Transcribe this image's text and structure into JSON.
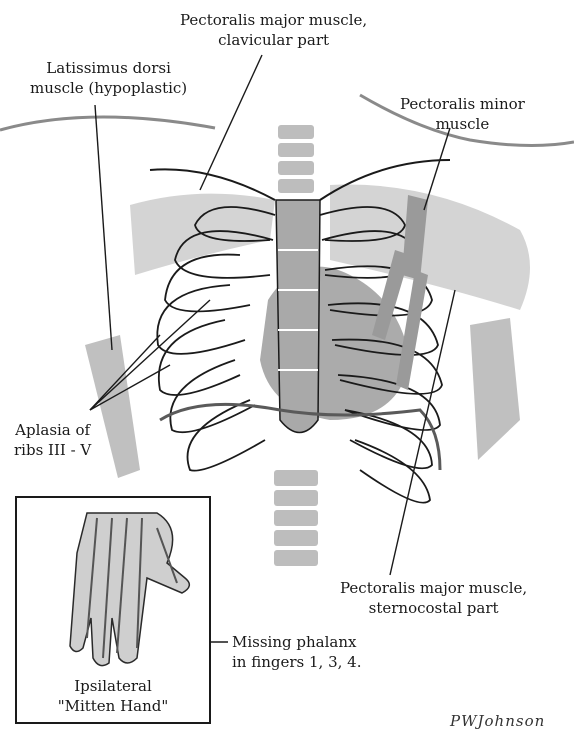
{
  "labels": {
    "pec_major_clavicular": [
      "Pectoralis major muscle,",
      "clavicular part"
    ],
    "latissimus": [
      "Latissimus dorsi",
      "muscle (hypoplastic)"
    ],
    "pec_minor": [
      "Pectoralis minor",
      "muscle"
    ],
    "aplasia": [
      "Aplasia of",
      "ribs III - V"
    ],
    "pec_major_sternocostal": [
      "Pectoralis major muscle,",
      "sternocostal part"
    ],
    "missing_phalanx": [
      "Missing phalanx",
      "in fingers 1, 3, 4."
    ]
  },
  "inset": {
    "caption": [
      "Ipsilateral",
      "\"Mitten Hand\""
    ]
  },
  "signature": "PWJohnson",
  "colors": {
    "line": "#1a1a1a",
    "muscle_light": "#d4d4d4",
    "muscle_mid": "#a8a8a8",
    "muscle_dark": "#8a8a8a",
    "spine": "#bdbdbd",
    "heart": "#6e6e6e"
  }
}
